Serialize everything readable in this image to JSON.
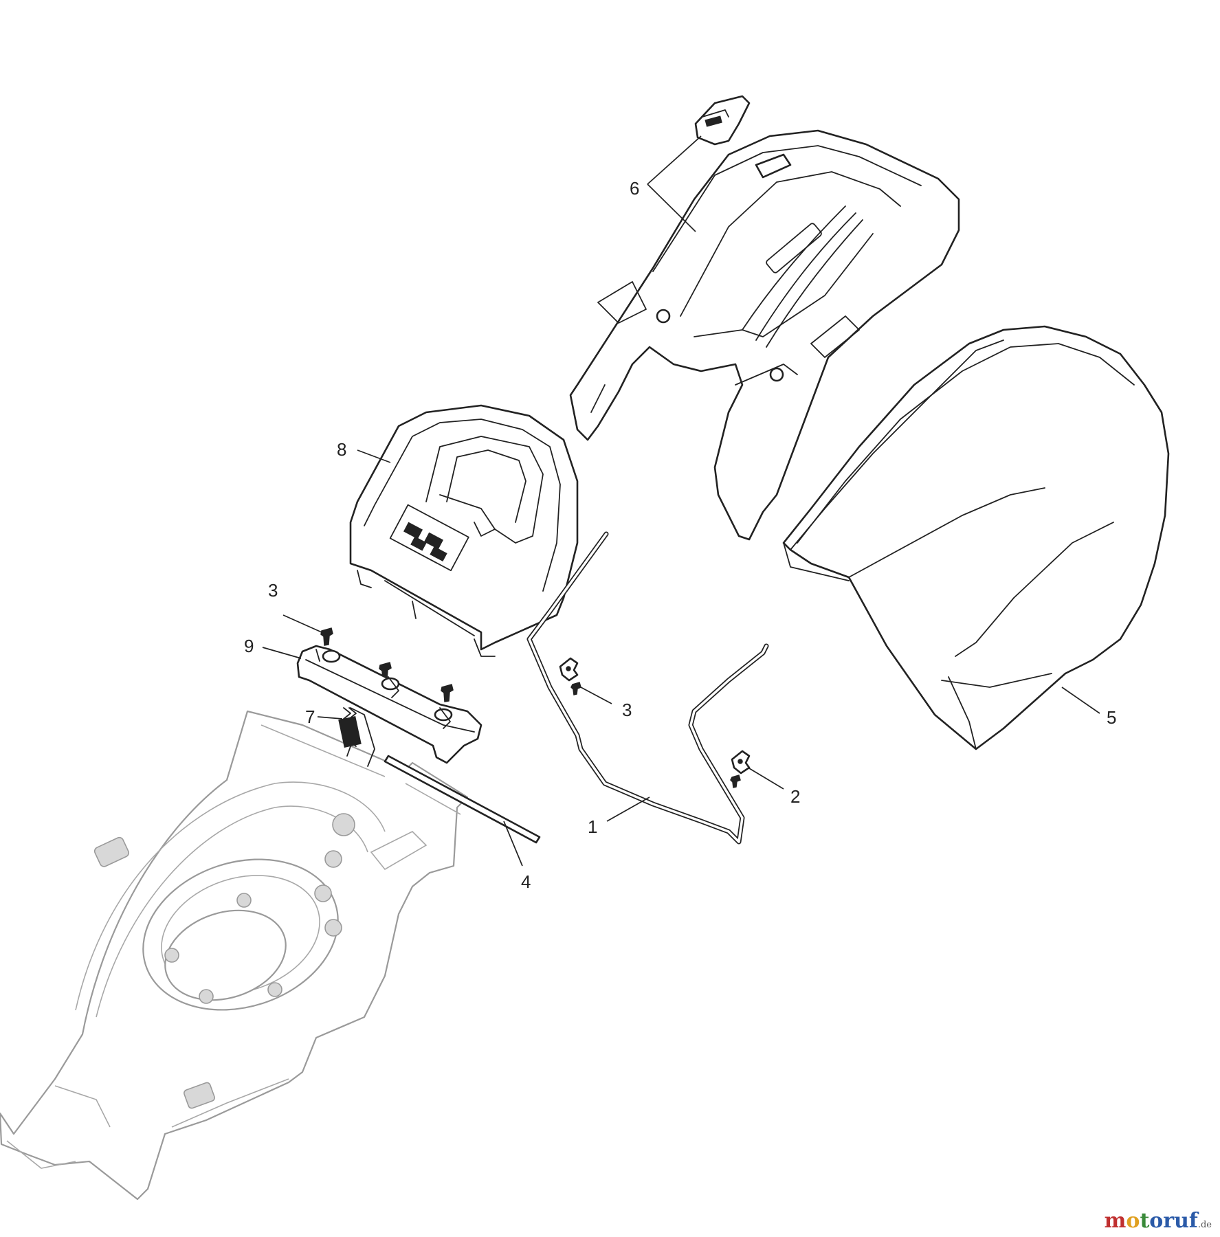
{
  "callouts": [
    {
      "id": "1",
      "label": "1"
    },
    {
      "id": "2",
      "label": "2"
    },
    {
      "id": "3a",
      "label": "3"
    },
    {
      "id": "3b",
      "label": "3"
    },
    {
      "id": "4",
      "label": "4"
    },
    {
      "id": "5",
      "label": "5"
    },
    {
      "id": "6",
      "label": "6"
    },
    {
      "id": "7",
      "label": "7"
    },
    {
      "id": "8",
      "label": "8"
    },
    {
      "id": "9",
      "label": "9"
    }
  ],
  "watermark": {
    "m": "m",
    "o": "o",
    "t": "t",
    "rest": "oruf",
    "suffix": ".de"
  },
  "colors": {
    "line": "#222222",
    "deck_line": "#9a9a9a",
    "watermark_red": "#c03030",
    "watermark_blue": "#2a5aa8"
  }
}
